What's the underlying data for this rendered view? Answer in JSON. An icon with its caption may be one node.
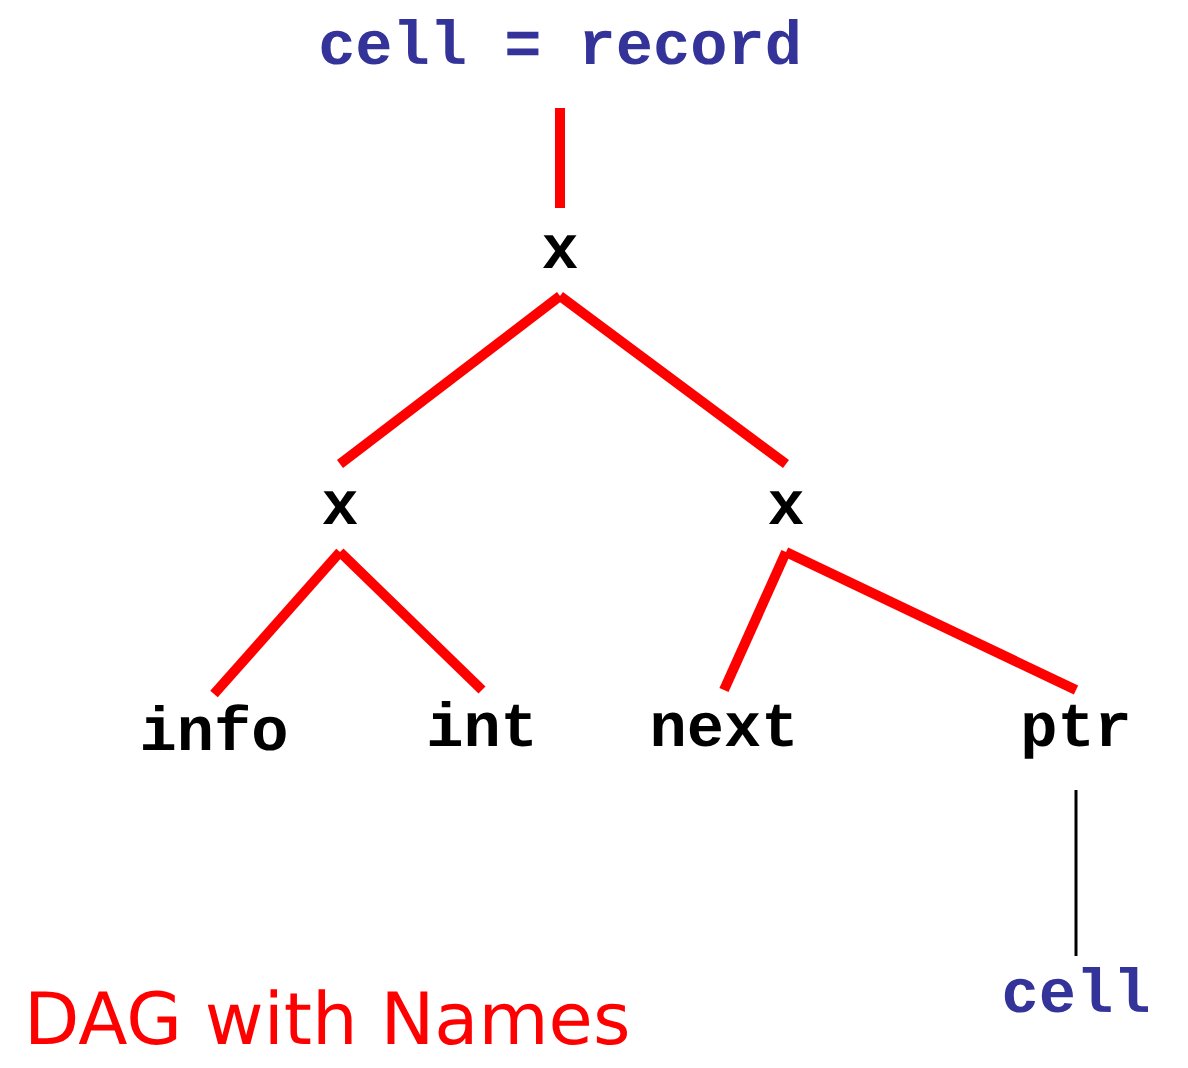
{
  "diagram": {
    "nodes": [
      {
        "text": [
          "cell = record"
        ]
      },
      {
        "text": [
          "x"
        ]
      },
      {
        "text": [
          "x"
        ]
      },
      {
        "text": [
          "x"
        ]
      },
      {
        "text": [
          "info"
        ]
      },
      {
        "text": [
          "int"
        ]
      },
      {
        "text": [
          "next"
        ]
      },
      {
        "text": [
          "ptr"
        ]
      },
      {
        "text": [
          "cell"
        ]
      }
    ],
    "edges": [
      {
        "from": 0,
        "to": 1,
        "arrow": "none"
      },
      {
        "from": 1,
        "to": 2,
        "arrow": "none"
      },
      {
        "from": 1,
        "to": 3,
        "arrow": "none"
      },
      {
        "from": 2,
        "to": 4,
        "arrow": "none"
      },
      {
        "from": 2,
        "to": 5,
        "arrow": "none"
      },
      {
        "from": 3,
        "to": 6,
        "arrow": "none"
      },
      {
        "from": 3,
        "to": 7,
        "arrow": "none"
      },
      {
        "from": 7,
        "to": 8,
        "arrow": "none",
        "color": "#000000"
      }
    ],
    "labels": [
      "DAG with Names"
    ]
  }
}
